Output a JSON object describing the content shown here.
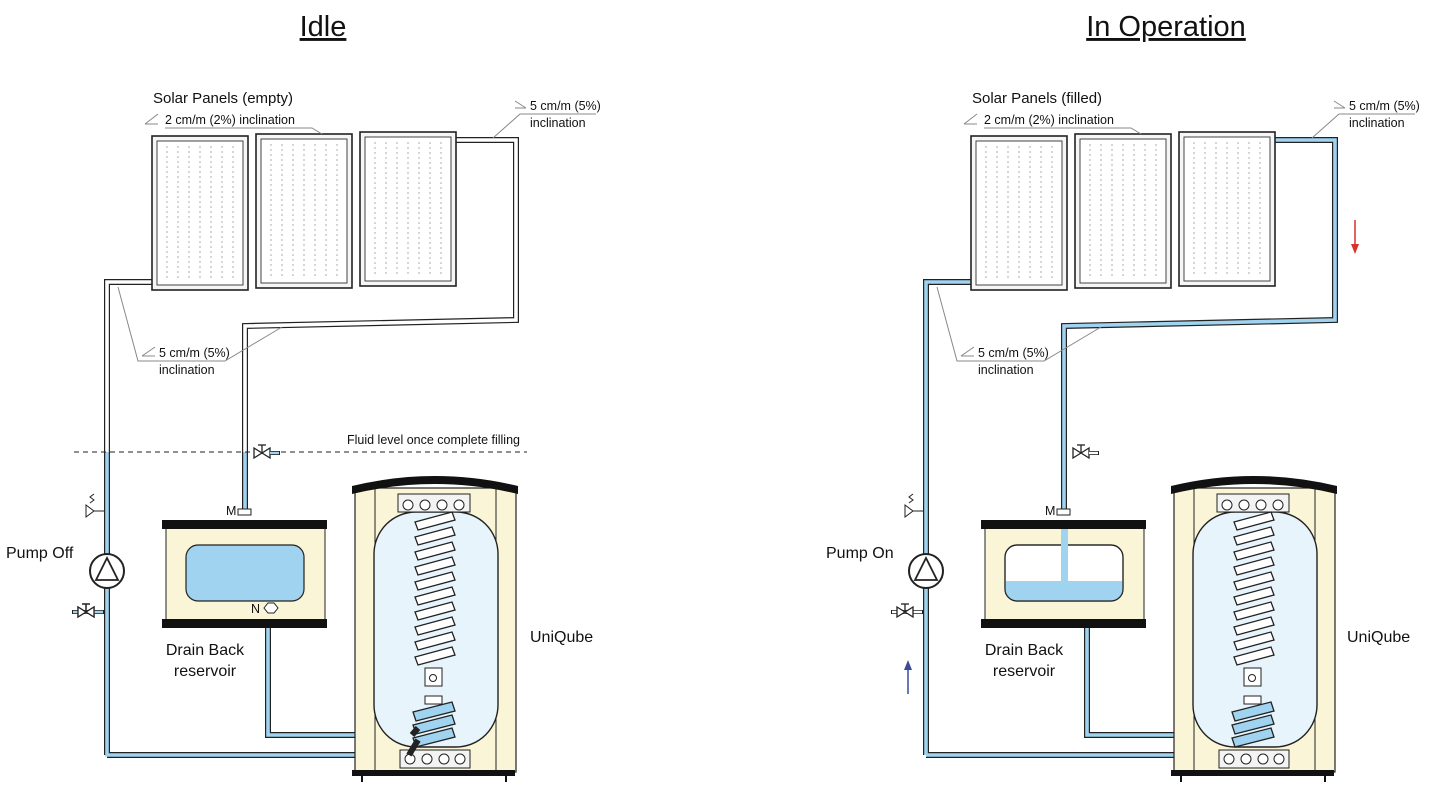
{
  "left": {
    "title": "Idle",
    "panels_label": "Solar Panels (empty)",
    "panels_incl": "2 cm/m (2%) inclination",
    "top_right_incl_a": "5 cm/m (5%)",
    "top_right_incl_b": "inclination",
    "lower_incl_a": "5 cm/m (5%)",
    "lower_incl_b": "inclination",
    "fluid_level": "Fluid level once complete filling",
    "pump_label": "Pump Off",
    "port_m": "M",
    "port_n": "N",
    "reservoir_a": "Drain Back",
    "reservoir_b": "reservoir",
    "tank_label": "UniQube"
  },
  "right": {
    "title": "In Operation",
    "panels_label": "Solar Panels (filled)",
    "panels_incl": "2 cm/m (2%) inclination",
    "top_right_incl_a": "5 cm/m (5%)",
    "top_right_incl_b": "inclination",
    "lower_incl_a": "5 cm/m (5%)",
    "lower_incl_b": "inclination",
    "pump_label": "Pump On",
    "port_m": "M",
    "reservoir_a": "Drain Back",
    "reservoir_b": "reservoir",
    "tank_label": "UniQube"
  },
  "colors": {
    "fluid": "#9fd3ef",
    "cream": "#fbf5d8",
    "flow_down": "#d9302c",
    "flow_up": "#3b4a9c"
  }
}
